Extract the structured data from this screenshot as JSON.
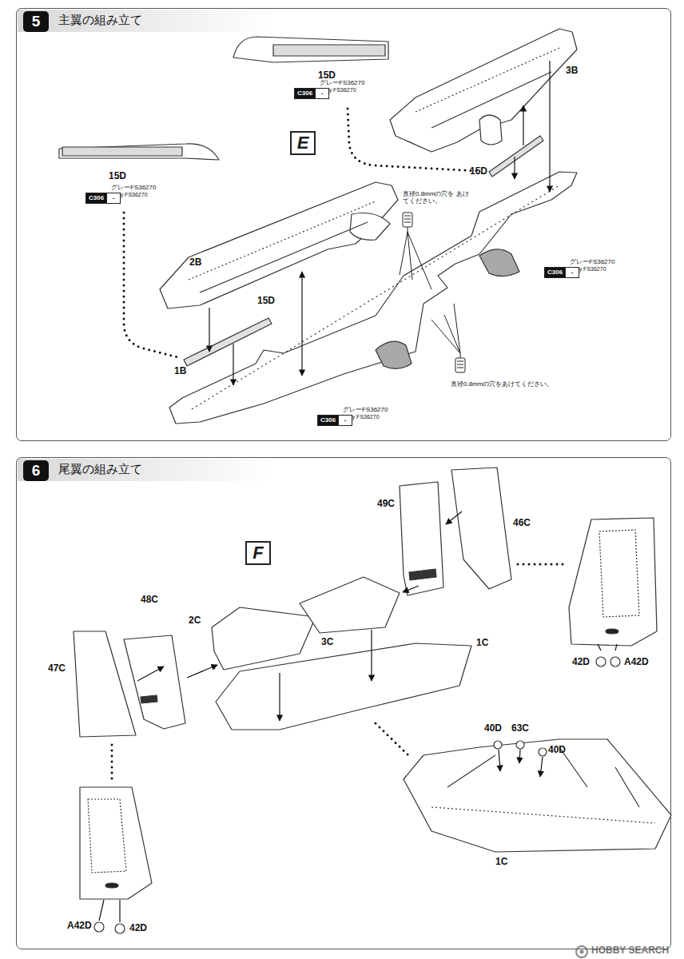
{
  "diagram": {
    "nodes": [
      {
        "text": [
          "主翼の組み立て"
        ]
      },
      {
        "text": [
          "5"
        ],
        "in": 0
      },
      {
        "text": [
          "E"
        ],
        "in": 0
      },
      {
        "text": [
          "C306",
          "-"
        ],
        "in": 0
      },
      {
        "text": [
          "C306",
          "-"
        ],
        "in": 0
      },
      {
        "text": [
          "C306",
          "-"
        ],
        "in": 0
      },
      {
        "text": [
          "C306",
          "-"
        ],
        "in": 0
      },
      {
        "text": [
          "尾翼の組み立て"
        ]
      },
      {
        "text": [
          "6"
        ],
        "in": 7
      },
      {
        "text": [
          "F"
        ],
        "in": 7
      }
    ],
    "labels": [
      "15D",
      "グレーFS36270",
      "Gray FS36270",
      "15D",
      "グレーFS36270",
      "Gray FS36270",
      "3B",
      "15D",
      "直径0.8mmの穴を あけてください。",
      "グレーFS36270",
      "Gray FS36270",
      "2B",
      "15D",
      "1B",
      "直径0.8mmの穴をあけてください。",
      "グレーFS36270",
      "Gray FS36270",
      "46C",
      "49C",
      "48C",
      "47C",
      "2C",
      "3C",
      "1C",
      "42D",
      "A42D",
      "40D",
      "63C",
      "40D",
      "1C",
      "A42D",
      "42D",
      "HOBBY SEARCH"
    ]
  }
}
